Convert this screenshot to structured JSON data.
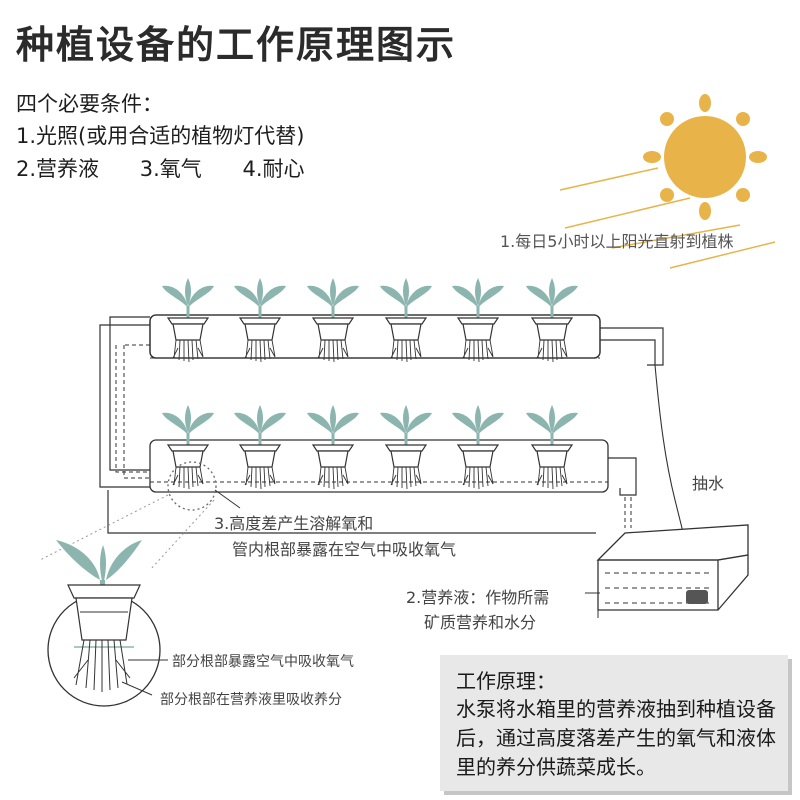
{
  "title": "种植设备的工作原理图示",
  "conditions": {
    "heading": "四个必要条件：",
    "line1": "1.光照(或用合适的植物灯代替)",
    "item2": "2.营养液",
    "item3": "3.氧气",
    "item4": "4.耐心"
  },
  "labels": {
    "sunlight": "1.每日5小时以上阳光直射到植株",
    "pump": "抽水",
    "oxygen_line1": "3.高度差产生溶解氧和",
    "oxygen_line2": "管内根部暴露在空气中吸收氧气",
    "nutrient_line1": "2.营养液：作物所需",
    "nutrient_line2": "矿质营养和水分",
    "root_air": "部分根部暴露空气中吸收氧气",
    "root_liquid": "部分根部在营养液里吸收养分"
  },
  "principle": {
    "heading": "工作原理：",
    "body": "水泵将水箱里的营养液抽到种植设备后，通过高度落差产生的氧气和液体里的养分供蔬菜成长。"
  },
  "colors": {
    "sun": "#e8b44a",
    "leaf": "#8cb5b0",
    "line": "#333333",
    "sunray": "#e8b44a"
  },
  "icons": [
    "sun-icon",
    "seedling-icon",
    "water-pump-icon",
    "water-tank-icon"
  ]
}
